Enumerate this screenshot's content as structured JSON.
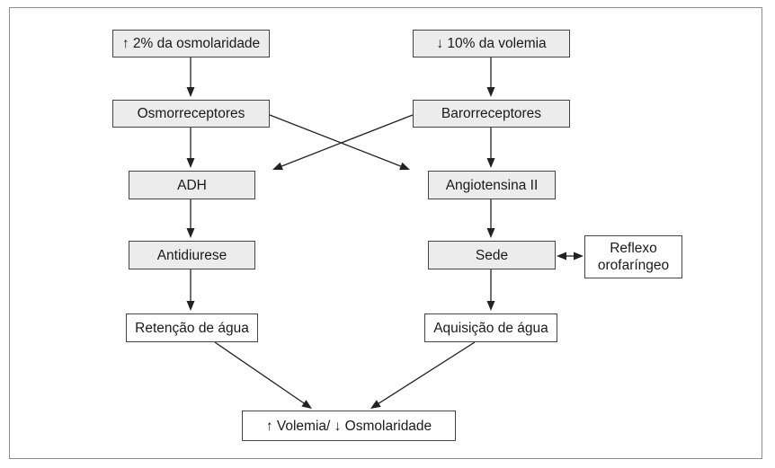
{
  "diagram": {
    "nodes": {
      "osmo_up": "↑ 2% da osmolaridade",
      "volemia_down": "↓ 10% da volemia",
      "osmorreceptores": "Osmorreceptores",
      "barorreceptores": "Barorreceptores",
      "adh": "ADH",
      "angiotensina": "Angiotensina II",
      "antidiurese": "Antidiurese",
      "sede": "Sede",
      "reflexo_line1": "Reflexo",
      "reflexo_line2": "orofaríngeo",
      "retencao": "Retenção de água",
      "aquisicao": "Aquisição de água",
      "resultado": "↑ Volemia/ ↓ Osmolaridade"
    },
    "edges": [
      [
        "osmo_up",
        "osmorreceptores"
      ],
      [
        "volemia_down",
        "barorreceptores"
      ],
      [
        "osmorreceptores",
        "adh"
      ],
      [
        "osmorreceptores",
        "angiotensina"
      ],
      [
        "barorreceptores",
        "adh"
      ],
      [
        "barorreceptores",
        "angiotensina"
      ],
      [
        "adh",
        "antidiurese"
      ],
      [
        "angiotensina",
        "sede"
      ],
      [
        "antidiurese",
        "retencao"
      ],
      [
        "sede",
        "aquisicao"
      ],
      [
        "sede",
        "reflexo",
        "bidirectional"
      ],
      [
        "retencao",
        "resultado"
      ],
      [
        "aquisicao",
        "resultado"
      ]
    ]
  }
}
